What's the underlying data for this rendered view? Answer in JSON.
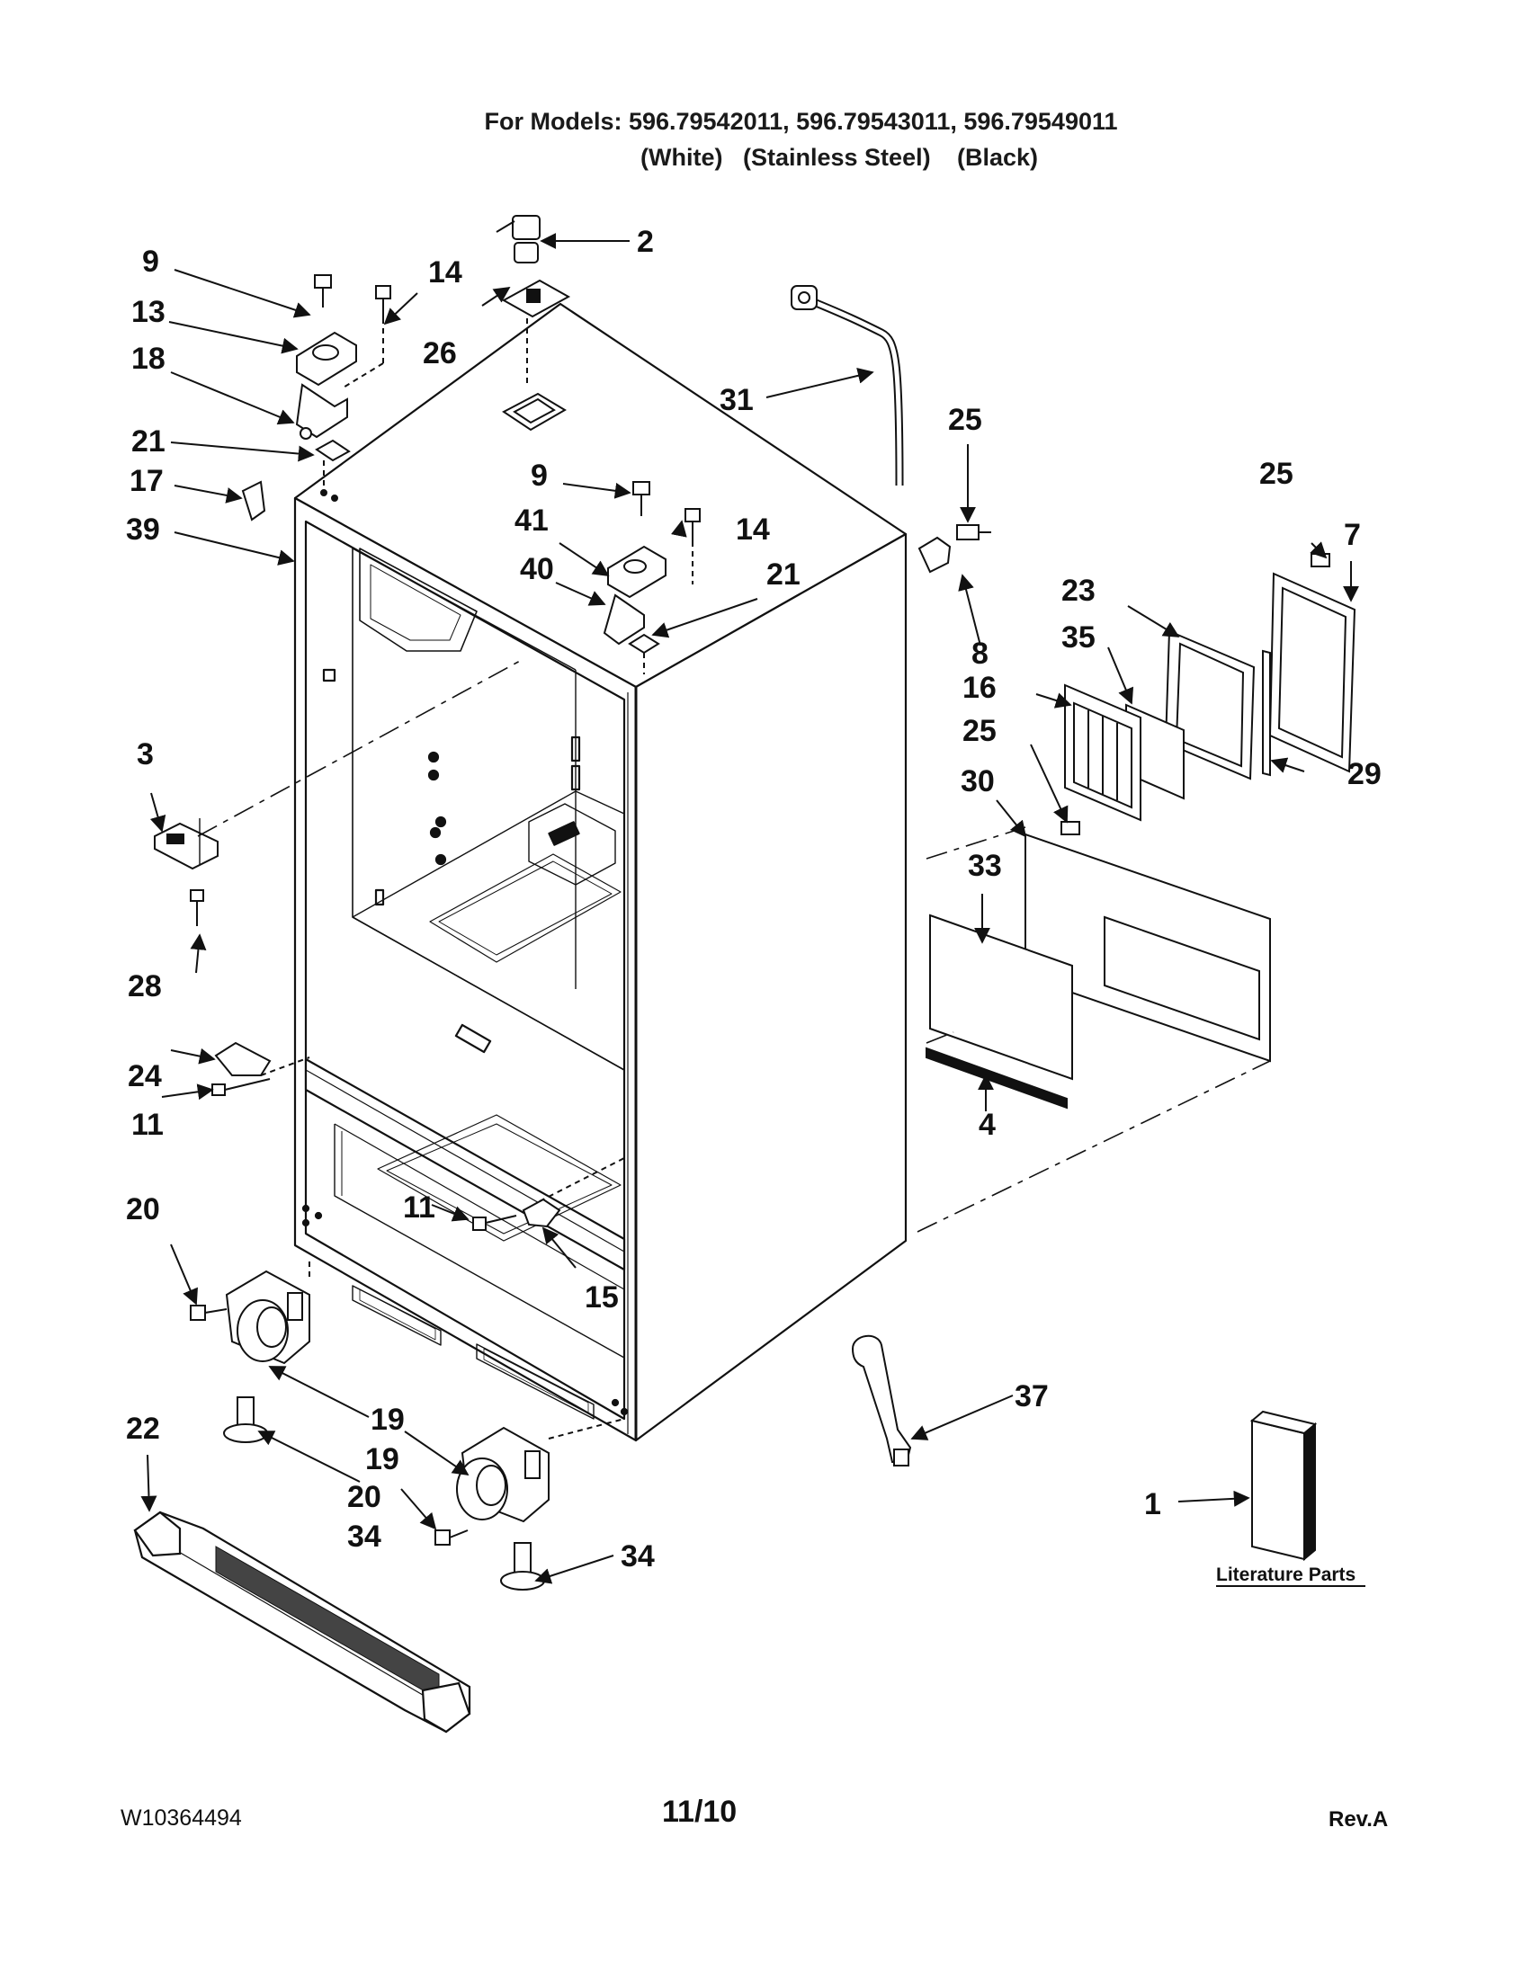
{
  "header": {
    "models_line": "For Models: 596.79542011, 596.79543011, 596.79549011",
    "variants": [
      "(White)",
      "(Stainless Steel)",
      "(Black)"
    ]
  },
  "callouts": {
    "c1": "1",
    "c2": "2",
    "c3": "3",
    "c4": "4",
    "c7": "7",
    "c8": "8",
    "c9": "9",
    "c11": "11",
    "c13": "13",
    "c14": "14",
    "c15": "15",
    "c16": "16",
    "c17": "17",
    "c18": "18",
    "c19": "19",
    "c20": "20",
    "c21": "21",
    "c22": "22",
    "c23": "23",
    "c24": "24",
    "c25": "25",
    "c26": "26",
    "c28": "28",
    "c29": "29",
    "c30": "30",
    "c31": "31",
    "c33": "33",
    "c34": "34",
    "c35": "35",
    "c37": "37",
    "c39": "39",
    "c40": "40",
    "c41": "41"
  },
  "literature_label": "Literature Parts",
  "footer": {
    "doc_number": "W10364494",
    "date": "11/10",
    "revision": "Rev.A"
  }
}
